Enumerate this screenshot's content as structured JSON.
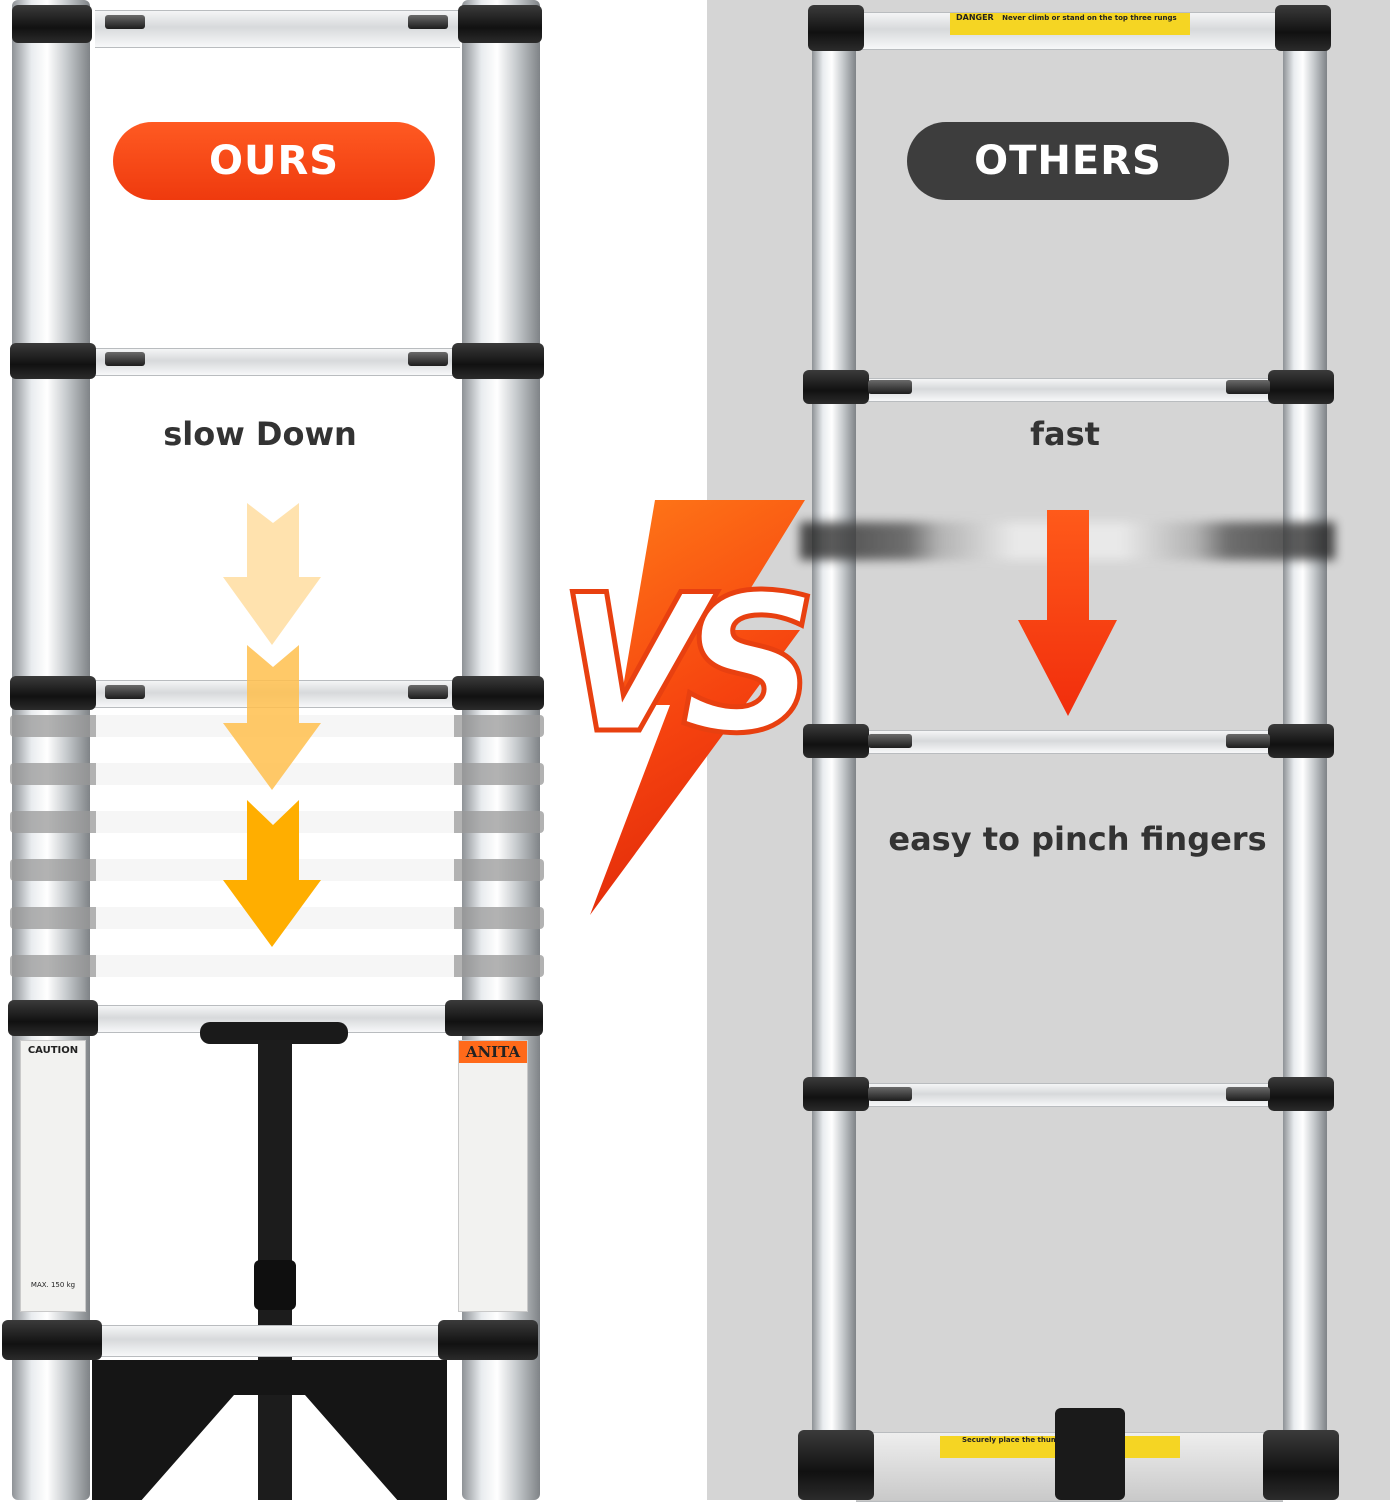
{
  "left": {
    "badge": "OURS",
    "caption": "slow Down"
  },
  "right": {
    "badge": "OTHERS",
    "caption_top": "fast",
    "caption_bottom": "easy to pinch fingers"
  },
  "center": {
    "vs_text": "VS"
  },
  "stickers": {
    "caution_title": "CAUTION",
    "brand": "ANITA",
    "max_load": "MAX. 150 kg",
    "danger_title": "DANGER",
    "danger_line": "Never climb or stand on the top three rungs",
    "bottom_warning": "Securely place the thumbs on the label"
  },
  "colors": {
    "ours": "#ff4a12",
    "others": "#3d3d3d",
    "arrow_fast": "#ff3d10",
    "arrow_slow": "#ffb000",
    "bolt": "#ff5a14"
  }
}
